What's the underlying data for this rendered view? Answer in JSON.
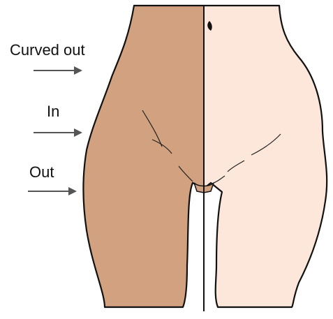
{
  "labels": {
    "curved_out": "Curved out",
    "in": "In",
    "out": "Out"
  },
  "colors": {
    "left_skin": "#D2A17F",
    "right_skin": "#FDE7DA",
    "outline": "#111111",
    "arrow": "#555555",
    "background": "#FFFFFF"
  }
}
